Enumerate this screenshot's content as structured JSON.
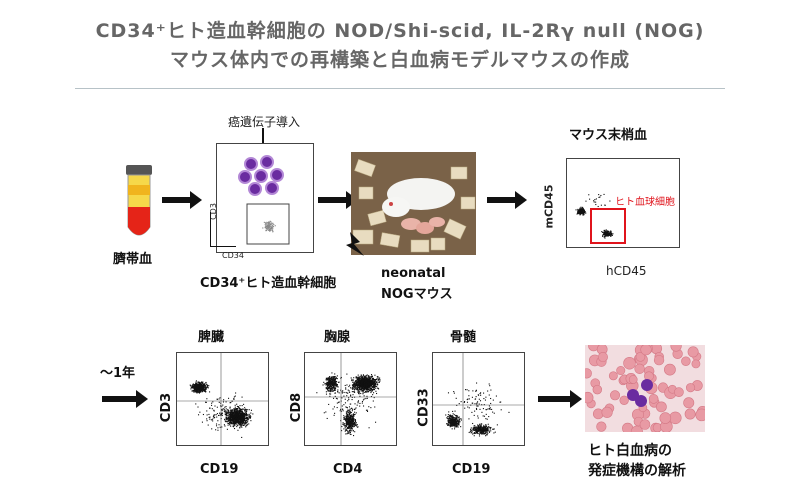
{
  "title": {
    "line1": "CD34⁺ヒト造血幹細胞の NOD/Shi-scid, IL-2Rγ null (NOG)",
    "line2": "マウス体内での再構築と白血病モデルマウスの作成"
  },
  "top_row": {
    "cord_blood_label": "臍帯血",
    "transduction_label": "癌遺伝子導入",
    "cell_box": {
      "y_axis": "CD3",
      "x_axis": "CD34"
    },
    "cd34_label": "CD34⁺ヒト造血幹細胞",
    "mouse_label_1": "neonatal",
    "mouse_label_2": "NOGマウス",
    "peripheral_title": "マウス末梢血",
    "peripheral_y": "mCD45",
    "peripheral_x": "hCD45",
    "gate_label": "ヒト血球細胞"
  },
  "bottom_row": {
    "time_label": "～1年",
    "plots": [
      {
        "title": "脾臓",
        "y": "CD3",
        "x": "CD19"
      },
      {
        "title": "胸腺",
        "y": "CD8",
        "x": "CD4"
      },
      {
        "title": "骨髄",
        "y": "CD33",
        "x": "CD19"
      }
    ],
    "analysis_line1": "ヒト白血病の",
    "analysis_line2": "発症機構の解析"
  },
  "colors": {
    "title_gray": "#666666",
    "gate_red": "#e0141c",
    "cell_purple": "#6a2ca0",
    "tube_red": "#e52418",
    "tube_yellow": "#f0b41e"
  }
}
